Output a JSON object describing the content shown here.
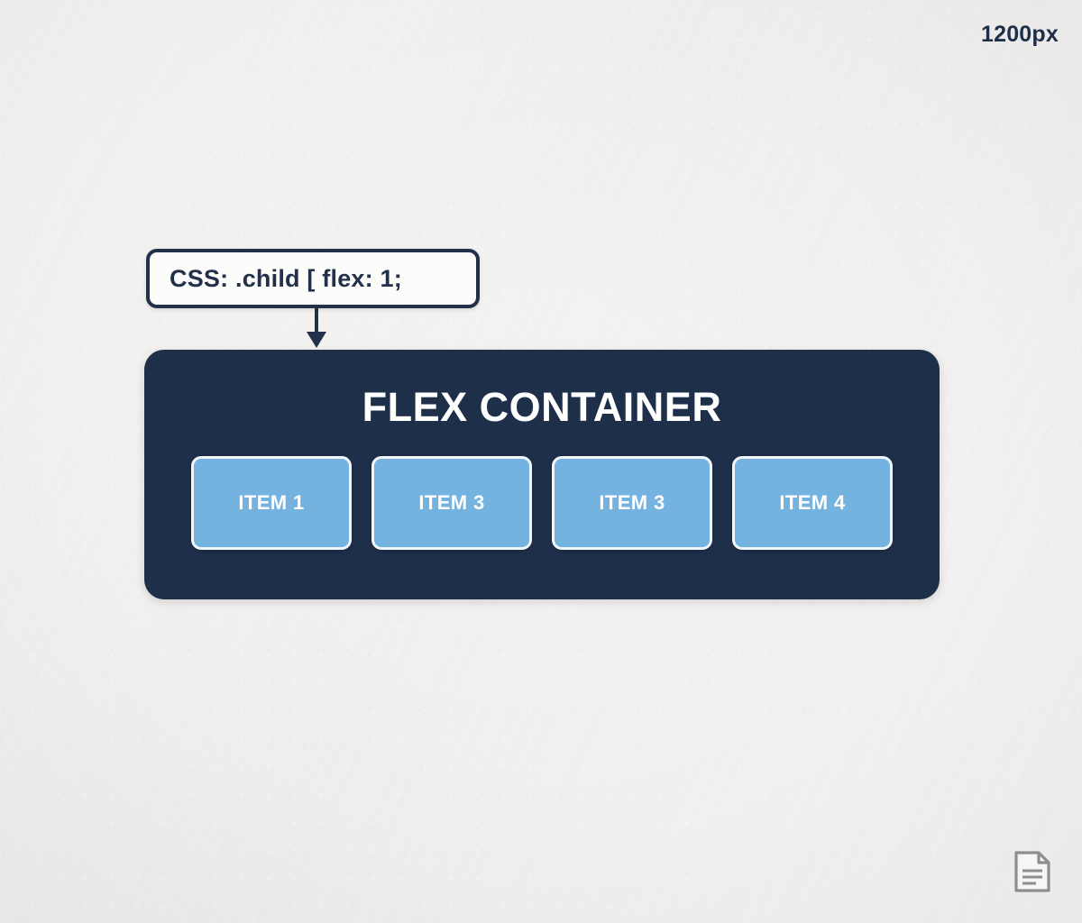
{
  "canvas": {
    "width_label": "1200px",
    "background_color": "#f0efed"
  },
  "callout": {
    "text": "CSS: .child [ flex: 1;",
    "border_color": "#22304a",
    "fill_color": "#fcfcfb"
  },
  "connector": {
    "icon": "down-arrow-icon",
    "color": "#22304a"
  },
  "container": {
    "title": "FLEX CONTAINER",
    "fill_color": "#1e2f4a",
    "title_color": "#ffffff",
    "items": [
      {
        "label": "ITEM 1"
      },
      {
        "label": "ITEM 3"
      },
      {
        "label": "ITEM 3"
      },
      {
        "label": "ITEM 4"
      }
    ],
    "item_fill_color": "#74b3e0",
    "item_border_color": "#f2f6fa",
    "item_label_color": "#ffffff"
  },
  "footer": {
    "icon": "document-icon",
    "icon_color": "#8a8a8a"
  }
}
